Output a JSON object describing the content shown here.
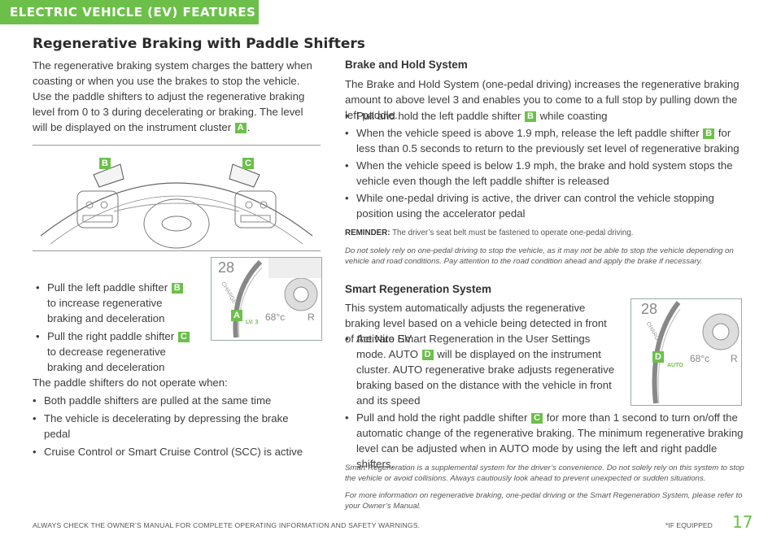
{
  "header": {
    "section": "ELECTRIC VEHICLE (EV) FEATURES"
  },
  "title": "Regenerative Braking with Paddle Shifters",
  "intro": {
    "text1": "The regenerative braking system charges the battery when coasting or when you use the brakes to stop the vehicle. Use the paddle shifters to adjust the regenerative braking level from 0 to 3 during decelerating or braking. The level will be displayed on the instrument cluster",
    "tag": "A",
    "text2": "."
  },
  "wheel_labels": {
    "b": "B",
    "c": "C"
  },
  "paddle_bullets": [
    {
      "pre": "Pull the left paddle shifter",
      "tag": "B",
      "post": "to increase regenerative braking and deceleration"
    },
    {
      "pre": "Pull the right paddle shifter",
      "tag": "C",
      "post": "to decrease regenerative braking and deceleration"
    }
  ],
  "cluster_a": {
    "badge": "A",
    "speed": "28",
    "temp": "68°c",
    "gear": "R",
    "level": "LV. 3",
    "gauge": "CHARGE"
  },
  "not_operate": {
    "lead": "The paddle shifters do not operate when:",
    "items": [
      "Both paddle shifters are pulled at the same time",
      "The vehicle is decelerating by depressing the brake pedal",
      "Cruise Control or Smart Cruise Control (SCC) is active"
    ]
  },
  "brake_hold": {
    "heading": "Brake and Hold System",
    "intro": "The Brake and Hold System (one-pedal driving) increases the regenerative braking amount to above level 3 and enables you to come to a full stop by pulling down the left paddle.",
    "items": [
      {
        "pre": "Pull and hold the left paddle shifter",
        "tag": "B",
        "post": "while coasting"
      },
      {
        "pre": "When the vehicle speed is above 1.9 mph, release the left paddle shifter",
        "tag": "B",
        "post": "for less than 0.5 seconds to return to the previously set level of regenerative braking"
      },
      {
        "pre": "When the vehicle speed is below 1.9 mph, the brake and hold system stops the vehicle even though the left paddle shifter is released",
        "tag": "",
        "post": ""
      },
      {
        "pre": "While one-pedal driving is active, the driver can control the vehicle stopping position using the accelerator pedal",
        "tag": "",
        "post": ""
      }
    ],
    "reminder_label": "REMINDER:",
    "reminder_text": "The driver’s seat belt must be fastened to operate one-pedal driving.",
    "disclaimer": "Do not solely rely on one-pedal driving to stop the vehicle, as it may not be able to stop the vehicle depending on vehicle and road conditions. Pay attention to the road condition ahead and apply the brake if necessary."
  },
  "smart_regen": {
    "heading": "Smart Regeneration System",
    "intro": "This system automatically adjusts the regenerative braking level based on a vehicle being detected in front of the Niro EV.",
    "item1_pre": "Activate Smart Regeneration in the User Settings mode. AUTO",
    "item1_tag": "D",
    "item1_post": "will be displayed on the instrument cluster. AUTO regenerative brake adjusts regenerative braking based on the distance with the vehicle in front and its speed",
    "item2_pre": "Pull and hold the right paddle shifter",
    "item2_tag": "C",
    "item2_post": "for more than 1 second to turn on/off the automatic change of the regenerative braking. The minimum regenerative braking level can be adjusted when in AUTO mode by using the left and right paddle shifters.",
    "disclaimer1": "Smart Regeneration is a supplemental system for the driver’s convenience. Do not solely rely on this system to stop the vehicle or avoid collisions. Always cautiously look ahead to prevent unexpected or sudden situations.",
    "disclaimer2": "For more information on regenerative braking, one-pedal driving or the Smart Regeneration System, please refer to your Owner’s Manual."
  },
  "cluster_d": {
    "badge": "D",
    "speed": "28",
    "temp": "68°c",
    "gear": "R",
    "level": "AUTO",
    "gauge": "CHARGE"
  },
  "footer": {
    "warning": "ALWAYS CHECK THE OWNER’S MANUAL FOR COMPLETE OPERATING INFORMATION AND SAFETY WARNINGS.",
    "equipped": "*IF EQUIPPED",
    "page": "17"
  },
  "colors": {
    "accent": "#6cc04a"
  }
}
